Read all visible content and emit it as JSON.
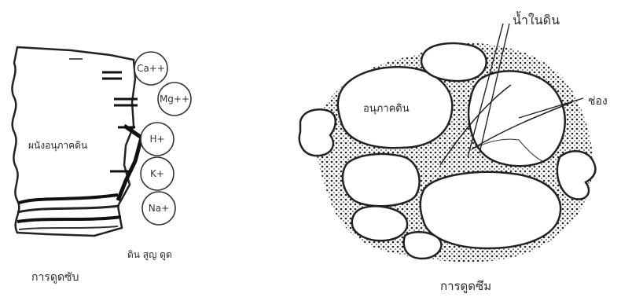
{
  "left_panel": {
    "inner_label": "ผนังอนุภาคดิน",
    "ions": [
      "Ca++",
      "Mg++",
      "H+",
      "K+",
      "Na+"
    ],
    "bottom_right_label": "ดิน สูญ ดูด",
    "caption": "การดูดซับ"
  },
  "right_panel": {
    "top_label": "น้ำในดิน",
    "side_label": "ช่อง",
    "particle_label": "อนุภาคดิน",
    "caption": "การดูดซึม"
  }
}
